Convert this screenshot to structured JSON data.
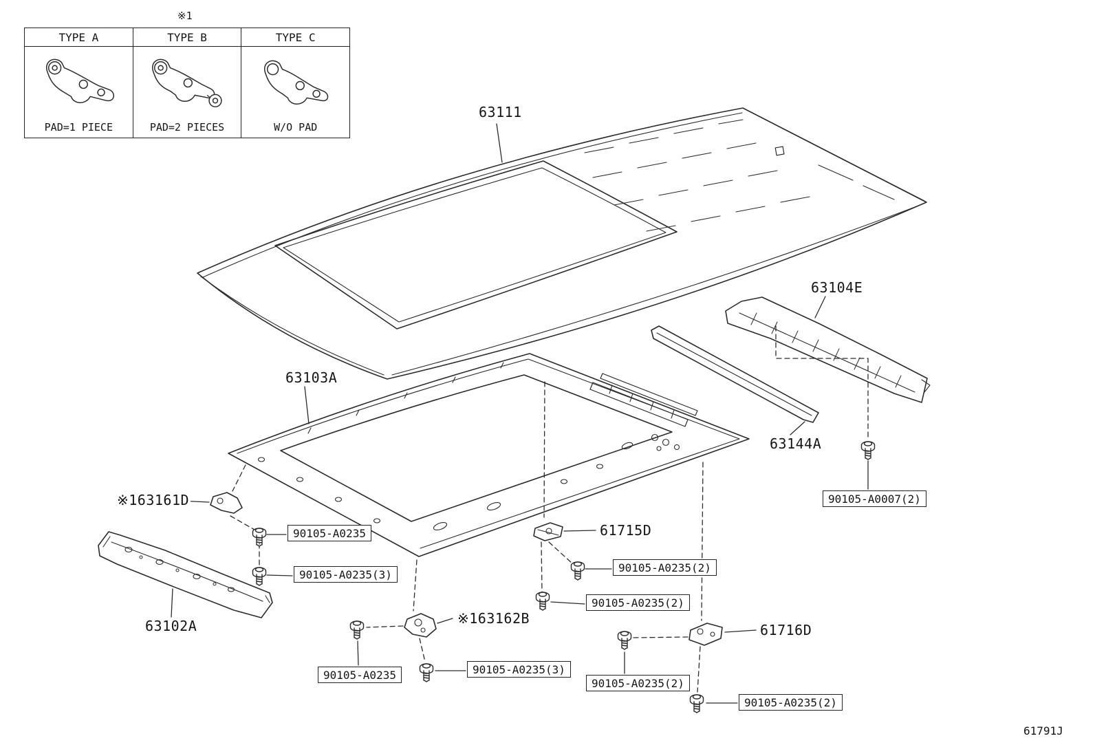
{
  "page": {
    "note_ref": "※1",
    "diagram_id": "61791J"
  },
  "legend": {
    "types": [
      {
        "label": "TYPE A",
        "pad": "PAD=1 PIECE"
      },
      {
        "label": "TYPE B",
        "pad": "PAD=2 PIECES"
      },
      {
        "label": "TYPE C",
        "pad": "W/O PAD"
      }
    ]
  },
  "parts": {
    "roof_panel": "63111",
    "roof_panel_inner": "63103A",
    "roof_header_rear": "63104E",
    "roof_bar": "63144A",
    "roof_header_front": "63102A",
    "bracket_63161d": "※163161D",
    "bracket_63162b": "※163162B",
    "bracket_61715d": "61715D",
    "bracket_61716d": "61716D"
  },
  "fasteners": {
    "a0235": "90105-A0235",
    "a0235_x2": "90105-A0235(2)",
    "a0235_x3": "90105-A0235(3)",
    "a0007_x2": "90105-A0007(2)"
  }
}
